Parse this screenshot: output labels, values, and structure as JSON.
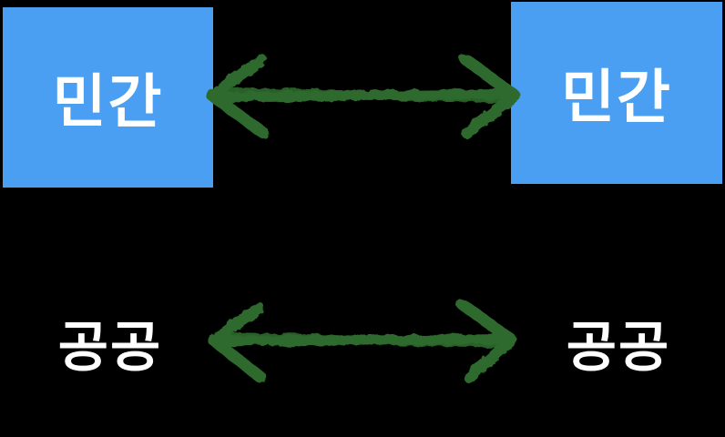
{
  "colors": {
    "background": "#000000",
    "box_blue": "#4a9ff2",
    "arrow_green": "#2e6b2e",
    "text_white": "#ffffff"
  },
  "nodes": {
    "top_left": {
      "label": "민간"
    },
    "top_right": {
      "label": "민간"
    },
    "bottom_left": {
      "label": "공공"
    },
    "bottom_right": {
      "label": "공공"
    }
  },
  "arrows": {
    "top": {
      "type": "double-headed",
      "style": "hand-drawn",
      "color": "#2e6b2e"
    },
    "bottom": {
      "type": "double-headed",
      "style": "hand-drawn",
      "color": "#2e6b2e"
    }
  }
}
